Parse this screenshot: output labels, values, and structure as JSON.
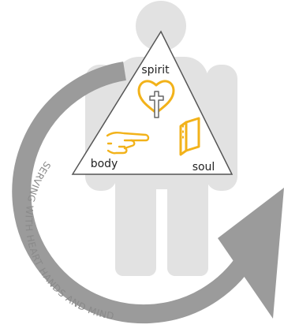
{
  "triangle": {
    "top_label": "spirit",
    "left_label": "body",
    "right_label": "soul"
  },
  "arrow_text": "SERVING WITH HEART HANDS AND MIND",
  "icons": {
    "spirit": "heart-with-cross",
    "body": "pointing-hand",
    "soul": "book"
  },
  "colors": {
    "figure": "#e2e2e2",
    "arrow": "#9b9b9b",
    "icon": "#f2b21a",
    "triangle_fill": "#ffffff",
    "triangle_stroke": "#555555"
  }
}
